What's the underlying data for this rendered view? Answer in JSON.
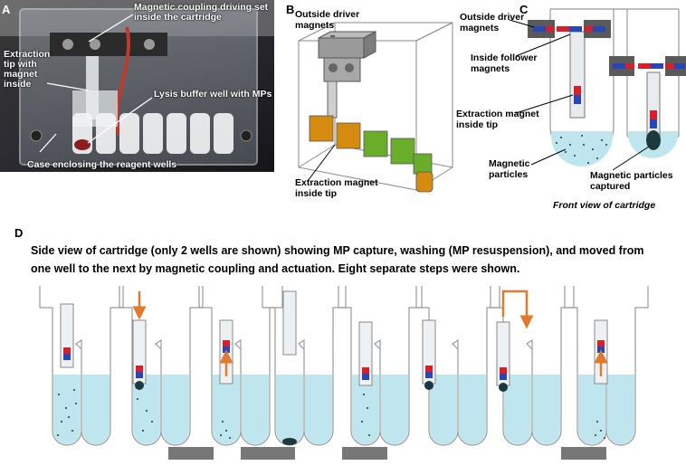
{
  "panels": {
    "a": {
      "letter": "A",
      "labels": {
        "coupling": "Magnetic coupling driving set inside the cartridge",
        "tip": "Extraction tip with magnet inside",
        "lysis": "Lysis buffer well with MPs",
        "case": "Case enclosing the reagent wells"
      }
    },
    "b": {
      "letter": "B",
      "labels": {
        "outside": "Outside driver magnets",
        "extraction": "Extraction magnet inside tip"
      }
    },
    "c": {
      "letter": "C",
      "labels": {
        "outside": "Outside driver magnets",
        "follower": "Inside follower magnets",
        "extraction": "Extraction magnet inside tip",
        "particles": "Magnetic particles",
        "captured": "Magnetic particles captured"
      },
      "caption": "Front view of cartridge"
    },
    "d": {
      "letter": "D",
      "description": "Side view of cartridge (only 2 wells are shown) showing MP capture, washing (MP resuspension), and moved from one well to the next by magnetic coupling and actuation. Eight separate steps were shown."
    }
  },
  "colors": {
    "liquid": "#bfe6ee",
    "magnet_red": "#d8202a",
    "magnet_blue": "#2747b8",
    "arrow": "#e07a2c",
    "particles": "#1a3a40",
    "well_green": "#6aad2a",
    "well_orange": "#d58a10"
  }
}
